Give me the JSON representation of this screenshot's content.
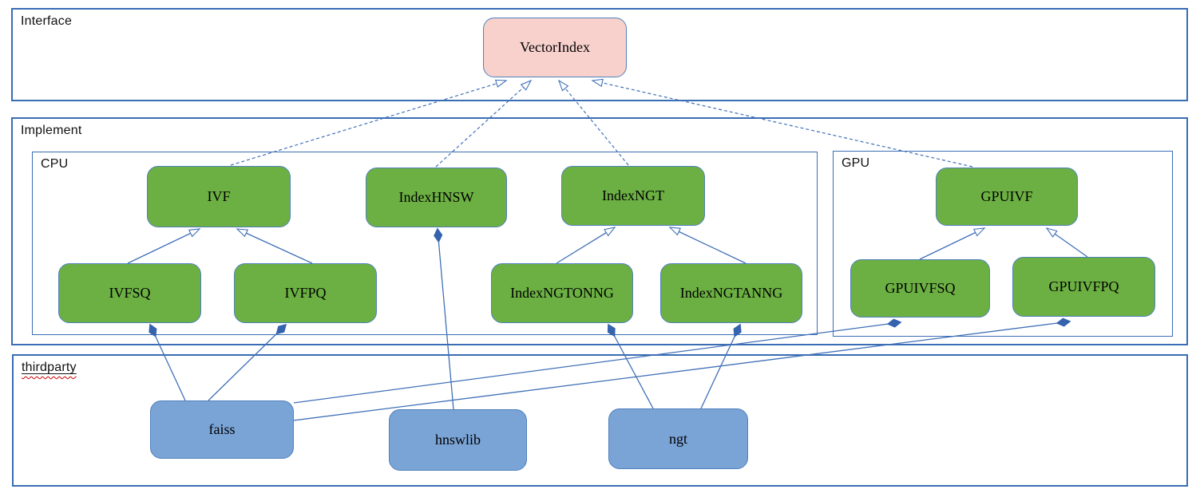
{
  "groups": {
    "interface": {
      "label": "Interface"
    },
    "implement": {
      "label": "Implement"
    },
    "cpu": {
      "label": "CPU"
    },
    "gpu": {
      "label": "GPU"
    },
    "thirdparty": {
      "label": "thirdparty"
    }
  },
  "nodes": {
    "vectorindex": {
      "label": "VectorIndex",
      "group": "interface"
    },
    "ivf": {
      "label": "IVF",
      "group": "cpu"
    },
    "indexhnsw": {
      "label": "IndexHNSW",
      "group": "cpu"
    },
    "indexngt": {
      "label": "IndexNGT",
      "group": "cpu"
    },
    "ivfsq": {
      "label": "IVFSQ",
      "group": "cpu"
    },
    "ivfpq": {
      "label": "IVFPQ",
      "group": "cpu"
    },
    "indexngtonng": {
      "label": "IndexNGTONNG",
      "group": "cpu"
    },
    "indexngtanng": {
      "label": "IndexNGTANNG",
      "group": "cpu"
    },
    "gpuivf": {
      "label": "GPUIVF",
      "group": "gpu"
    },
    "gpuivfsq": {
      "label": "GPUIVFSQ",
      "group": "gpu"
    },
    "gpuivfpq": {
      "label": "GPUIVFPQ",
      "group": "gpu"
    },
    "faiss": {
      "label": "faiss",
      "group": "thirdparty"
    },
    "hnswlib": {
      "label": "hnswlib",
      "group": "thirdparty"
    },
    "ngt": {
      "label": "ngt",
      "group": "thirdparty"
    }
  },
  "edges": [
    {
      "from": "IVF",
      "to": "VectorIndex",
      "type": "realization"
    },
    {
      "from": "IndexHNSW",
      "to": "VectorIndex",
      "type": "realization"
    },
    {
      "from": "IndexNGT",
      "to": "VectorIndex",
      "type": "realization"
    },
    {
      "from": "GPUIVF",
      "to": "VectorIndex",
      "type": "realization"
    },
    {
      "from": "IVFSQ",
      "to": "IVF",
      "type": "inheritance"
    },
    {
      "from": "IVFPQ",
      "to": "IVF",
      "type": "inheritance"
    },
    {
      "from": "IndexNGTONNG",
      "to": "IndexNGT",
      "type": "inheritance"
    },
    {
      "from": "IndexNGTANNG",
      "to": "IndexNGT",
      "type": "inheritance"
    },
    {
      "from": "GPUIVFSQ",
      "to": "GPUIVF",
      "type": "inheritance"
    },
    {
      "from": "GPUIVFPQ",
      "to": "GPUIVF",
      "type": "inheritance"
    },
    {
      "from": "faiss",
      "to": "IVFSQ",
      "type": "composition"
    },
    {
      "from": "faiss",
      "to": "IVFPQ",
      "type": "composition"
    },
    {
      "from": "faiss",
      "to": "GPUIVFSQ",
      "type": "composition"
    },
    {
      "from": "faiss",
      "to": "GPUIVFPQ",
      "type": "composition"
    },
    {
      "from": "hnswlib",
      "to": "IndexHNSW",
      "type": "composition"
    },
    {
      "from": "ngt",
      "to": "IndexNGTONNG",
      "type": "composition"
    },
    {
      "from": "ngt",
      "to": "IndexNGTANNG",
      "type": "composition"
    }
  ],
  "colors": {
    "interface_node_fill": "#f8d1cd",
    "implement_node_fill": "#6cb043",
    "thirdparty_node_fill": "#7aa3d6",
    "node_border": "#4f81bd",
    "container_border": "#3a6db4",
    "edge_line": "#4070b8",
    "diamond_fill": "#3563ad",
    "spellcheck_underline": "#cc0000"
  }
}
